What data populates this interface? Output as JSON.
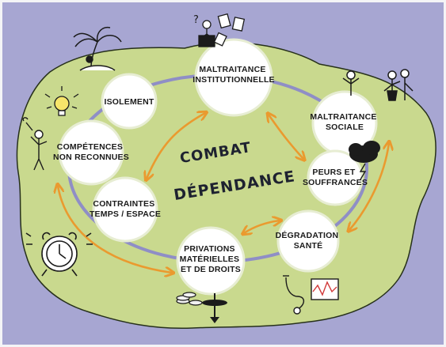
{
  "colors": {
    "background": "#a7a6d2",
    "island": "#c9d98e",
    "node": "#ffffff",
    "cycle": "#8f8ec6",
    "arrow": "#ea9a2f",
    "ink": "#1b1b1b"
  },
  "center": {
    "word1": "COMBAT",
    "word2": "DÉPENDANCE"
  },
  "nodes": [
    {
      "id": "maltraitance-institutionnelle",
      "lines": [
        "MALTRAITANCE",
        "INSTITUTIONNELLE"
      ]
    },
    {
      "id": "maltraitance-sociale",
      "lines": [
        "MALTRAITANCE",
        "SOCIALE"
      ]
    },
    {
      "id": "peurs-souffrances",
      "lines": [
        "PEURS ET",
        "SOUFFRANCES"
      ]
    },
    {
      "id": "degradation-sante",
      "lines": [
        "DÉGRADATION",
        "SANTÉ"
      ]
    },
    {
      "id": "privations",
      "lines": [
        "PRIVATIONS",
        "MATÉRIELLES",
        "ET DE DROITS"
      ]
    },
    {
      "id": "contraintes",
      "lines": [
        "CONTRAINTES",
        "TEMPS / ESPACE"
      ]
    },
    {
      "id": "competences",
      "lines": [
        "COMPÉTENCES",
        "NON RECONNUES"
      ]
    },
    {
      "id": "isolement",
      "lines": [
        "ISOLEMENT"
      ]
    }
  ],
  "icons": [
    "palm-tree-icon",
    "papers-person-icon",
    "lightbulb-icon",
    "people-group-icon",
    "storm-cloud-icon",
    "alarm-clock-icon",
    "stethoscope-chart-icon",
    "coins-icon",
    "shadow-hole-icon"
  ]
}
